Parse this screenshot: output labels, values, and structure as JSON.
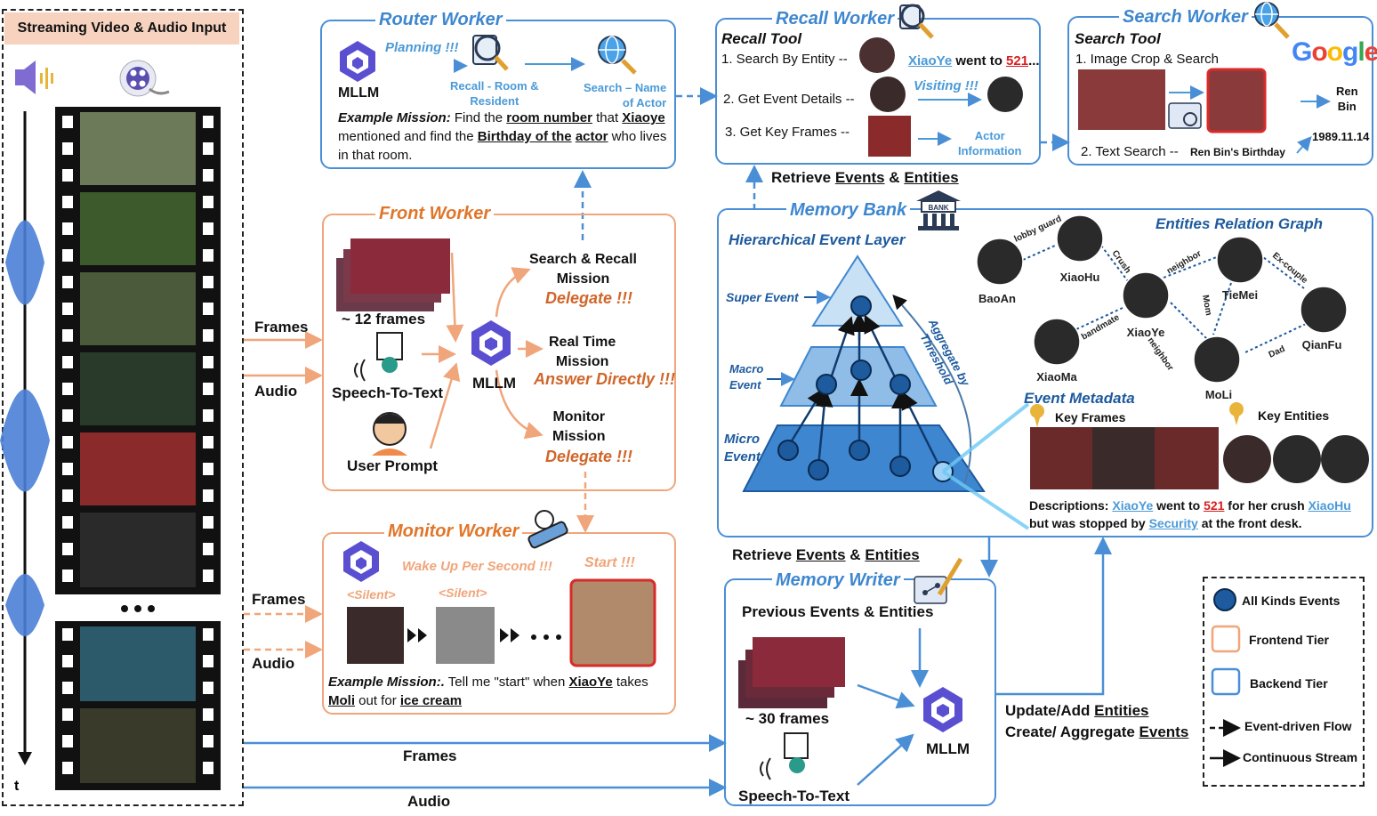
{
  "input": {
    "title": "Streaming Video & Audio Input"
  },
  "arrows": {
    "frames": "Frames",
    "audio": "Audio"
  },
  "router": {
    "title": "Router Worker",
    "mllm": "MLLM",
    "planning": "Planning !!!",
    "recall": "Recall - Room &\nResident",
    "search": "Search – Name\nof Actor",
    "mission_label": "Example Mission:",
    "mission_parts": [
      " Find the ",
      "room number",
      " that ",
      "Xiaoye",
      " mentioned and find the ",
      "Birthday of the",
      "actor",
      " who lives in that room."
    ]
  },
  "front": {
    "title": "Front Worker",
    "frames": "~ 12 frames",
    "stt": "Speech-To-Text",
    "prompt": "User Prompt",
    "mllm": "MLLM",
    "m1": "Search & Recall\nMission",
    "m1a": "Delegate !!!",
    "m2": "Real Time\nMission",
    "m2a": "Answer Directly !!!",
    "m3": "Monitor\nMission",
    "m3a": "Delegate !!!"
  },
  "monitor": {
    "title": "Monitor Worker",
    "wake": "Wake Up Per Second !!!",
    "start": "Start !!!",
    "silent": "<Silent>",
    "mission_label": "Example Mission:.",
    "mission_parts": [
      " Tell me \"start\" when ",
      "XiaoYe",
      " takes",
      "Moli",
      " out for ",
      "ice cream"
    ]
  },
  "recall": {
    "title": "Recall Worker",
    "tool": "Recall Tool",
    "s1": "1. Search By Entity --",
    "s2": "2. Get Event Details --",
    "s3": "3. Get Key Frames --",
    "went1": "XiaoYe",
    "went2": " went to ",
    "went3": "521",
    "went4": "...",
    "visiting": "Visiting !!!",
    "actor": "Actor\nInformation"
  },
  "search": {
    "title": "Search Worker",
    "tool": "Search Tool",
    "s1": "1. Image Crop & Search",
    "s2": "2. Text Search --",
    "birthday": "Ren Bin's Birthday",
    "name": "Ren\nBin",
    "date": "1989.11.14",
    "google": [
      "G",
      "o",
      "o",
      "g",
      "l",
      "e"
    ]
  },
  "retrieve": {
    "p1": "Retrieve ",
    "p2": "Events",
    "p3": " & ",
    "p4": "Entities"
  },
  "bank": {
    "title": "Memory Bank",
    "badge": "BANK",
    "layer": "Hierarchical Event Layer",
    "super": "Super Event",
    "macro": "Macro\nEvent",
    "micro": "Micro\nEvent",
    "aggregate": "Aggregate by\nThreshold",
    "graph": "Entities Relation Graph",
    "entities": [
      "BaoAn",
      "XiaoHu",
      "XiaoYe",
      "TieMei",
      "QianFu",
      "XiaoMa",
      "MoLi"
    ],
    "rels": [
      "lobby guard",
      "Crush",
      "neighbor",
      "Ex-couple",
      "Mom",
      "bandmate",
      "Dad",
      "neighbor"
    ],
    "metadata": "Event Metadata",
    "keyframes": "Key Frames",
    "keyentities": "Key Entities",
    "desc": [
      "Descriptions: ",
      "XiaoYe",
      " went to ",
      "521",
      " for her crush ",
      "XiaoHu",
      "but was stopped by ",
      "Security",
      " at the front desk."
    ]
  },
  "writer": {
    "title": "Memory Writer",
    "prev": "Previous Events & Entities",
    "frames": "~ 30 frames",
    "stt": "Speech-To-Text",
    "mllm": "MLLM",
    "u1": "Update/Add ",
    "u2": "Entities",
    "c1": "Create/ Aggregate ",
    "c2": "Events"
  },
  "legend": {
    "events": "All Kinds Events",
    "front": "Frontend Tier",
    "back": "Backend Tier",
    "event_flow": "Event-driven Flow",
    "stream": "Continuous Stream"
  },
  "colors": {
    "blue": "#4a8fd6",
    "orange": "#f0a57a",
    "navy": "#1d5a9e"
  }
}
